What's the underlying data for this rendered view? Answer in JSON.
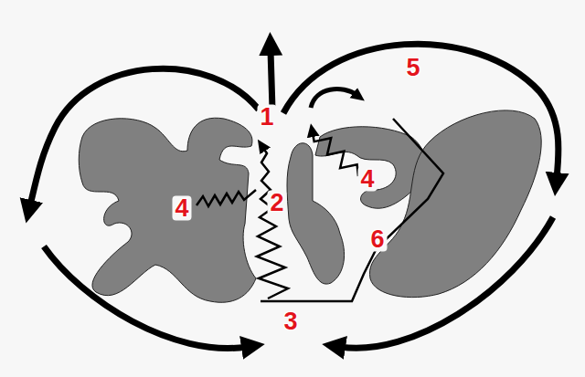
{
  "diagram": {
    "labels": [
      "1",
      "2",
      "3",
      "4",
      "4",
      "5",
      "6"
    ]
  }
}
